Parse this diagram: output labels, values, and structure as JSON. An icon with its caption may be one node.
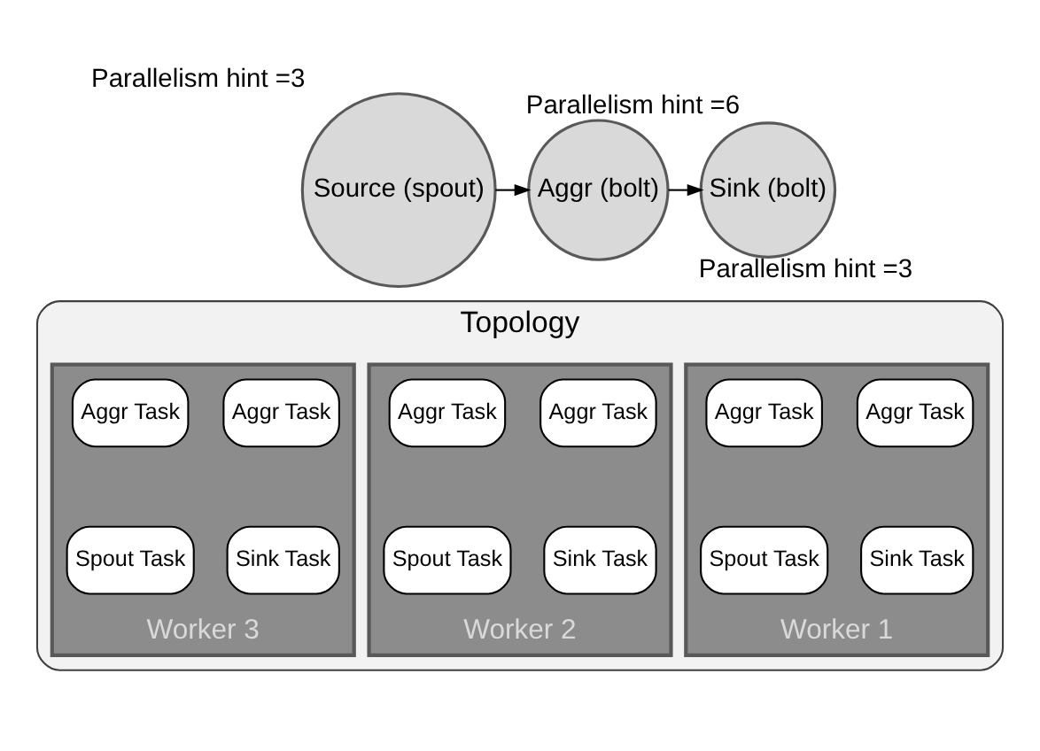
{
  "diagram": {
    "nodes": [
      {
        "text": [
          "Source (spout)"
        ],
        "beside": [
          "Parallelism hint =3"
        ]
      },
      {
        "text": [
          "Aggr (bolt)"
        ],
        "beside": [
          "Parallelism hint =6"
        ]
      },
      {
        "text": [
          "Sink (bolt)"
        ],
        "beside": [
          "Parallelism hint =3"
        ]
      },
      {
        "text": [
          "Topology"
        ]
      },
      {
        "text": [
          "Worker 1"
        ],
        "in": 3
      },
      {
        "text": [
          "Aggr Task"
        ],
        "in": 4
      },
      {
        "text": [
          "Aggr Task"
        ],
        "in": 4
      },
      {
        "text": [
          "Sink Task"
        ],
        "in": 4
      },
      {
        "text": [
          "Spout Task"
        ],
        "in": 4
      },
      {
        "text": [
          "Worker 2"
        ],
        "in": 3
      },
      {
        "text": [
          "Aggr Task"
        ],
        "in": 9
      },
      {
        "text": [
          "Aggr Task"
        ],
        "in": 9
      },
      {
        "text": [
          "Sink Task"
        ],
        "in": 9
      },
      {
        "text": [
          "Spout Task"
        ],
        "in": 9
      },
      {
        "text": [
          "Worker 3"
        ],
        "in": 3
      },
      {
        "text": [
          "Aggr Task"
        ],
        "in": 14
      },
      {
        "text": [
          "Aggr Task"
        ],
        "in": 14
      },
      {
        "text": [
          "Sink Task"
        ],
        "in": 14
      },
      {
        "text": [
          "Spout Task"
        ],
        "in": 14
      }
    ],
    "edges": [
      {
        "from": 0,
        "to": 1,
        "arrow": "to"
      },
      {
        "from": 1,
        "to": 2,
        "arrow": "to"
      }
    ]
  }
}
